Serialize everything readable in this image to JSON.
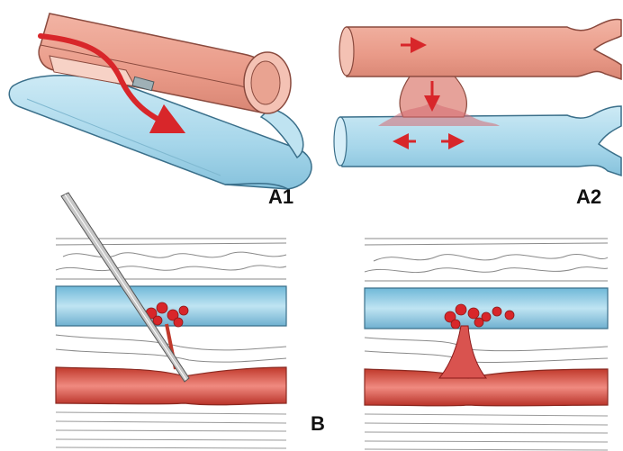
{
  "labels": {
    "a1": "A1",
    "a2": "A2",
    "b": "B"
  },
  "colors": {
    "artery": "#e8a090",
    "artery_dark": "#c76a5c",
    "vein": "#a8d8ea",
    "vein_dark": "#5aa6c8",
    "blood": "#d8262a",
    "tissue_line": "#8a8a8a",
    "needle": "#9a9a9a"
  }
}
